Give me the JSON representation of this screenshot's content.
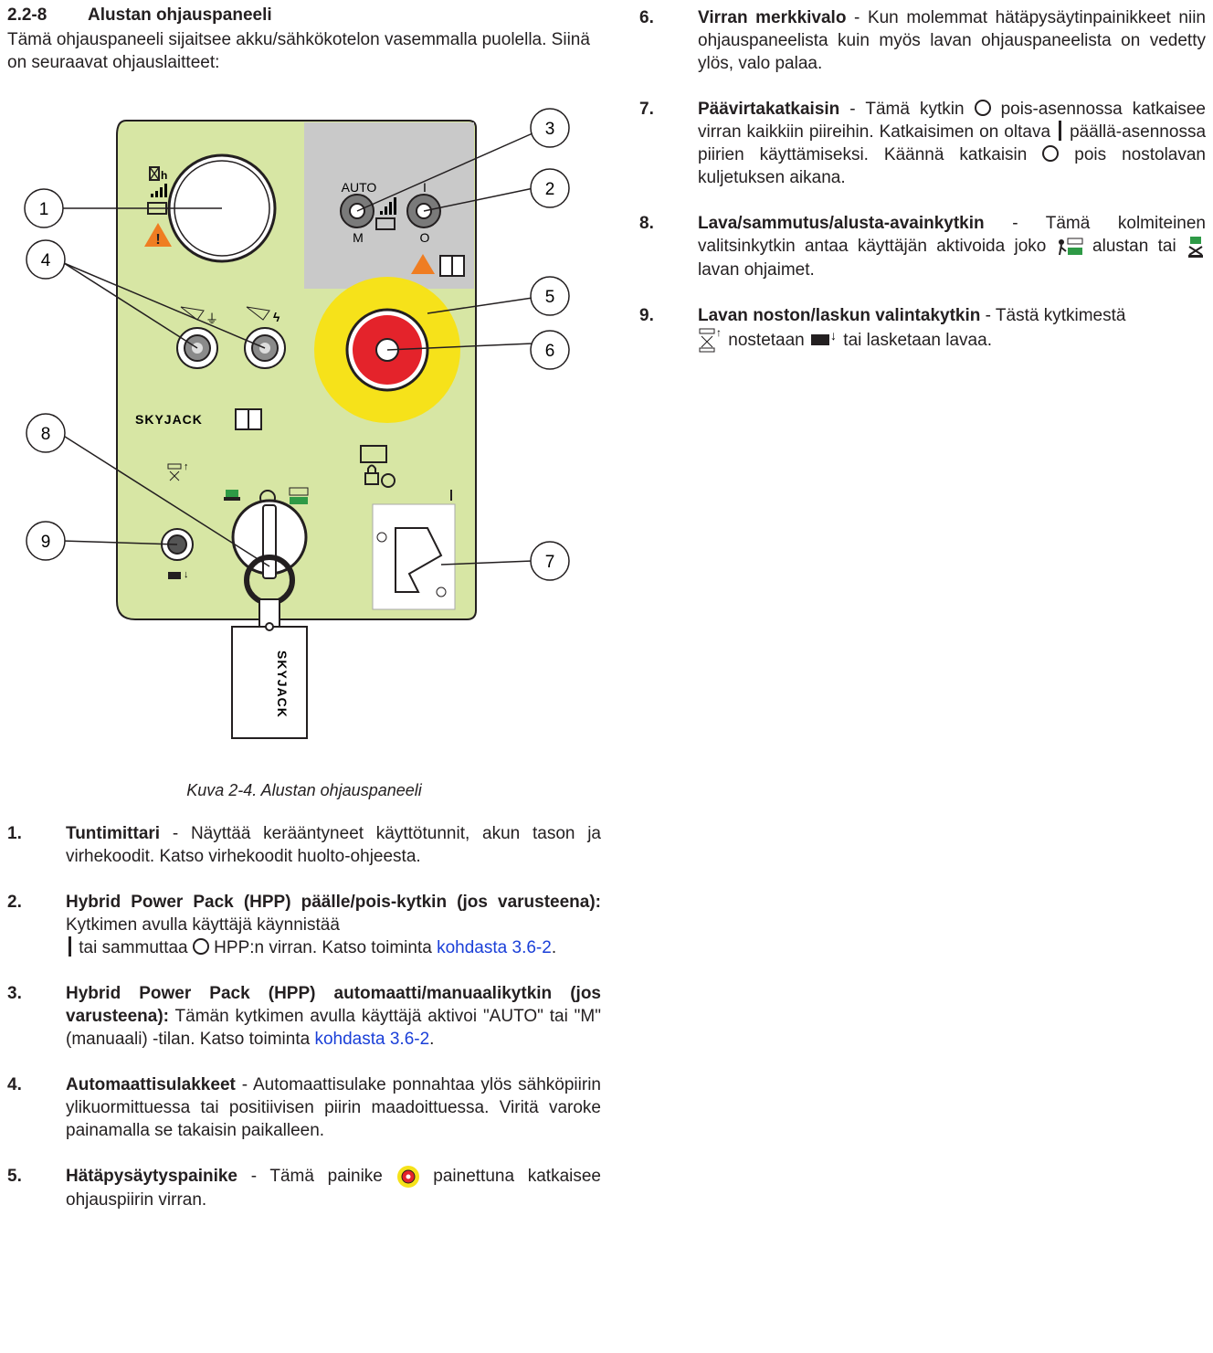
{
  "section": {
    "number": "2.2-8",
    "title": "Alustan ohjauspaneeli"
  },
  "intro": "Tämä ohjauspaneeli sijaitsee akku/sähkökotelon vasemmalla puolella. Siinä on seuraavat ohjauslaitteet:",
  "figure": {
    "caption": "Kuva 2-4. Alustan ohjauspaneeli",
    "callouts": [
      "1",
      "2",
      "3",
      "4",
      "5",
      "6",
      "7",
      "8",
      "9"
    ],
    "panel_labels": {
      "auto": "AUTO",
      "manual": "M",
      "on": "I",
      "off": "O",
      "brand": "SKYJACK",
      "hour_meter": "h"
    },
    "colors": {
      "panel": "#d7e6a4",
      "gray_box": "#c9c9c9",
      "estop_yellow": "#f6e21a",
      "estop_red": "#e4232b",
      "warning_orange": "#ef7d22"
    }
  },
  "items": [
    {
      "num": "1.",
      "title": "Tuntimittari",
      "text": " - Näyttää kerääntyneet käyttötunnit, akun tason ja virhekoodit. Katso virhekoodit huolto-ohjeesta."
    },
    {
      "num": "2.",
      "title": "Hybrid Power Pack (HPP) päälle/pois-kytkin (jos varusteena):",
      "text_a": " Kytkimen avulla käyttäjä käynnistää ",
      "text_b": " tai sammuttaa ",
      "text_c": " HPP:n virran. Katso toiminta ",
      "link": "kohdasta 3.6-2",
      "end": "."
    },
    {
      "num": "3.",
      "title": "Hybrid Power Pack (HPP) automaatti/manuaalikytkin (jos varusteena):",
      "text_a": " Tämän kytkimen avulla käyttäjä aktivoi \"AUTO\" tai \"M\" (manuaali) -tilan. Katso toiminta ",
      "link": "kohdasta 3.6-2",
      "end": "."
    },
    {
      "num": "4.",
      "title": "Automaattisulakkeet",
      "text": " - Automaattisulake ponnahtaa ylös sähköpiirin ylikuormittuessa tai positiivisen piirin maadoittuessa. Viritä varoke painamalla se takaisin paikalleen."
    },
    {
      "num": "5.",
      "title": "Hätäpysäytyspainike",
      "text_a": " - Tämä painike ",
      "text_b": " painettuna katkaisee ohjauspiirin virran."
    }
  ],
  "ritems": [
    {
      "num": "6.",
      "title": "Virran merkkivalo",
      "text": " - Kun molemmat hätäpysäytinpainikkeet niin ohjauspaneelista kuin myös lavan ohjauspaneelista on vedetty ylös, valo palaa."
    },
    {
      "num": "7.",
      "title": "Päävirtakatkaisin",
      "text_a": " - Tämä kytkin ",
      "text_b": " pois-asennossa katkaisee virran kaikkiin piireihin. Katkaisimen on oltava ",
      "text_c": " päällä-asennossa piirien käyttämiseksi. Käännä katkaisin ",
      "text_d": " pois nostolavan kuljetuksen aikana."
    },
    {
      "num": "8.",
      "title": "Lava/sammutus/alusta-avainkytkin",
      "text_a": " - Tämä kolmiteinen valitsinkytkin antaa käyttäjän aktivoida joko ",
      "text_b": " alustan tai ",
      "text_c": " lavan ohjaimet."
    },
    {
      "num": "9.",
      "title": "Lavan noston/laskun valintakytkin",
      "text_a": " - Tästä kytkimestä ",
      "text_b": " nostetaan ",
      "text_c": " tai lasketaan lavaa."
    }
  ]
}
